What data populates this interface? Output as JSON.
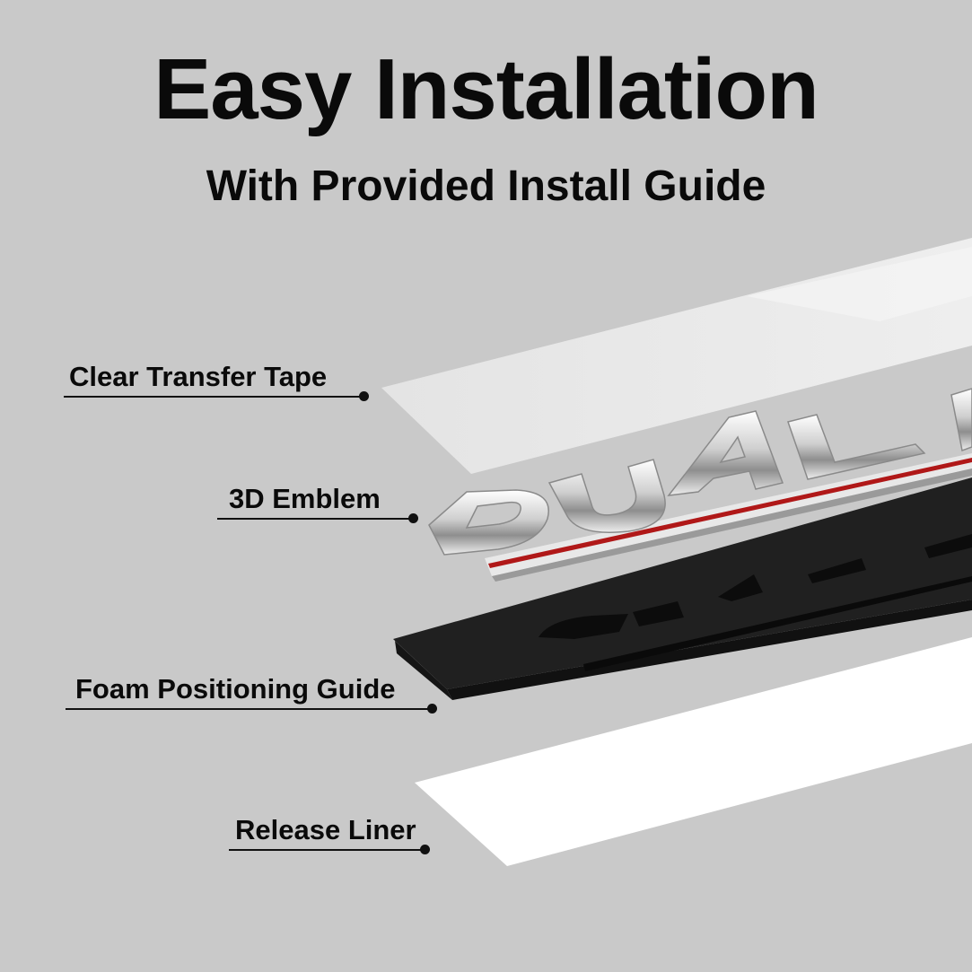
{
  "heading": {
    "title": "Easy Installation",
    "subtitle": "With Provided Install Guide"
  },
  "layers": [
    {
      "label": "Clear Transfer Tape"
    },
    {
      "label": "3D Emblem"
    },
    {
      "label": "Foam Positioning Guide"
    },
    {
      "label": "Release Liner"
    }
  ],
  "emblem_text": "DUAL",
  "colors": {
    "background": "#c9c9c9",
    "transfer_tape": "#e6e6e6",
    "emblem_chrome": "#d9d9d9",
    "emblem_stripe": "#b01818",
    "foam": "#1e1e1e",
    "liner": "#ffffff"
  }
}
